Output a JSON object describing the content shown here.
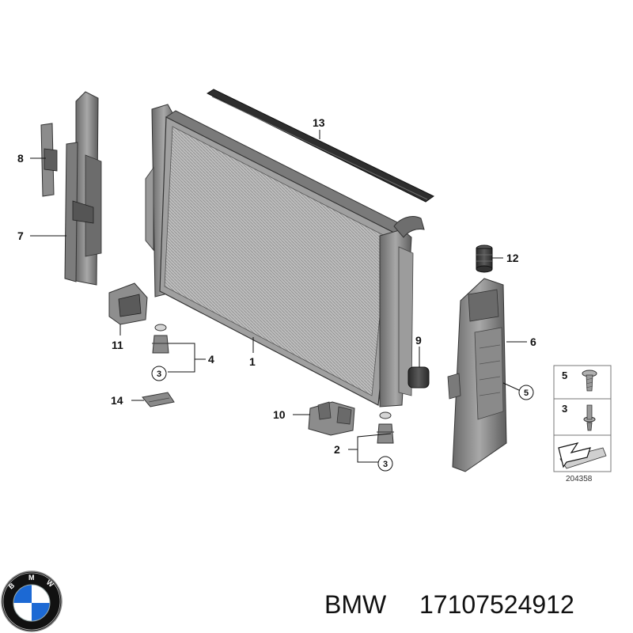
{
  "diagram": {
    "callouts": {
      "c1": "1",
      "c2": "2",
      "c4": "4",
      "c6": "6",
      "c7": "7",
      "c8": "8",
      "c9": "9",
      "c10": "10",
      "c11": "11",
      "c12": "12",
      "c13": "13",
      "c14": "14"
    },
    "circled": {
      "a": "3",
      "b": "3",
      "c": "5"
    },
    "legend": {
      "item1": "5",
      "item2": "3"
    },
    "reference_number": "204358"
  },
  "caption": {
    "brand": "BMW",
    "part_number": "17107524912",
    "logo_letters": [
      "B",
      "M",
      "W"
    ]
  },
  "colors": {
    "logo_blue": "#1c69d4",
    "logo_ring": "#111111",
    "part_gray": "#8a8a8a",
    "dark_gray": "#3a3a3a"
  }
}
